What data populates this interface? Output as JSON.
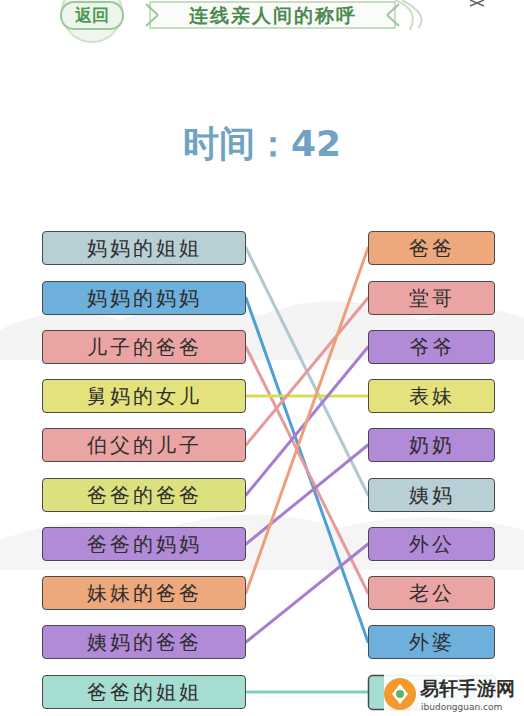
{
  "diagram": {
    "title": "连线亲人间的称呼",
    "nodes": [
      {
        "text": [
          "返回"
        ]
      },
      {
        "text": [
          "妈妈的姐姐"
        ]
      },
      {
        "text": [
          "爸爸"
        ]
      },
      {
        "text": [
          "妈妈的妈妈"
        ]
      },
      {
        "text": [
          "堂哥"
        ]
      },
      {
        "text": [
          "儿子的爸爸"
        ]
      },
      {
        "text": [
          "爷爷"
        ]
      },
      {
        "text": [
          "舅妈的女儿"
        ]
      },
      {
        "text": [
          "表妹"
        ]
      },
      {
        "text": [
          "伯父的儿子"
        ]
      },
      {
        "text": [
          "奶奶"
        ]
      },
      {
        "text": [
          "爸爸的爸爸"
        ]
      },
      {
        "text": [
          "姨妈"
        ]
      },
      {
        "text": [
          "爸爸的妈妈"
        ]
      },
      {
        "text": [
          "外公"
        ]
      },
      {
        "text": [
          "妹妹的爸爸"
        ]
      },
      {
        "text": [
          "老公"
        ]
      },
      {
        "text": [
          "姨妈的爸爸"
        ]
      },
      {
        "text": [
          "外婆"
        ]
      },
      {
        "text": [
          "爸爸的姐姐"
        ]
      }
    ],
    "edges": [
      {
        "from": 1,
        "to": 12,
        "arrow": "none"
      },
      {
        "from": 3,
        "to": 18,
        "arrow": "none"
      },
      {
        "from": 5,
        "to": 16,
        "arrow": "none"
      },
      {
        "from": 7,
        "to": 8,
        "arrow": "none"
      },
      {
        "from": 9,
        "to": 4,
        "arrow": "none"
      },
      {
        "from": 11,
        "to": 6,
        "arrow": "none"
      },
      {
        "from": 13,
        "to": 10,
        "arrow": "none"
      },
      {
        "from": 15,
        "to": 2,
        "arrow": "none"
      },
      {
        "from": 17,
        "to": 14,
        "arrow": "none"
      }
    ],
    "labels": [
      "时间：42",
      "易轩手游网",
      "ibudongguan.com"
    ]
  }
}
